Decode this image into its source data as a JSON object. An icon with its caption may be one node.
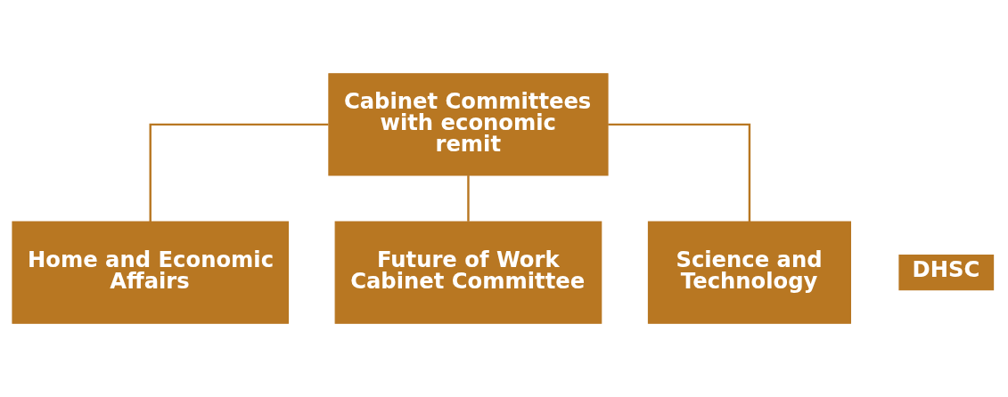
{
  "diagram": {
    "nodes": [
      {
        "text": [
          "Cabinet Committees with economic remit"
        ]
      },
      {
        "text": [
          "Home and Economic Affairs"
        ]
      },
      {
        "text": [
          "Future of Work Cabinet Committee"
        ]
      },
      {
        "text": [
          "Science and Technology"
        ]
      },
      {
        "text": [
          "DHSC"
        ]
      }
    ],
    "edges": [
      {
        "from": 0,
        "to": 1,
        "arrow": "none"
      },
      {
        "from": 0,
        "to": 2,
        "arrow": "none"
      },
      {
        "from": 0,
        "to": 3,
        "arrow": "none"
      }
    ]
  }
}
